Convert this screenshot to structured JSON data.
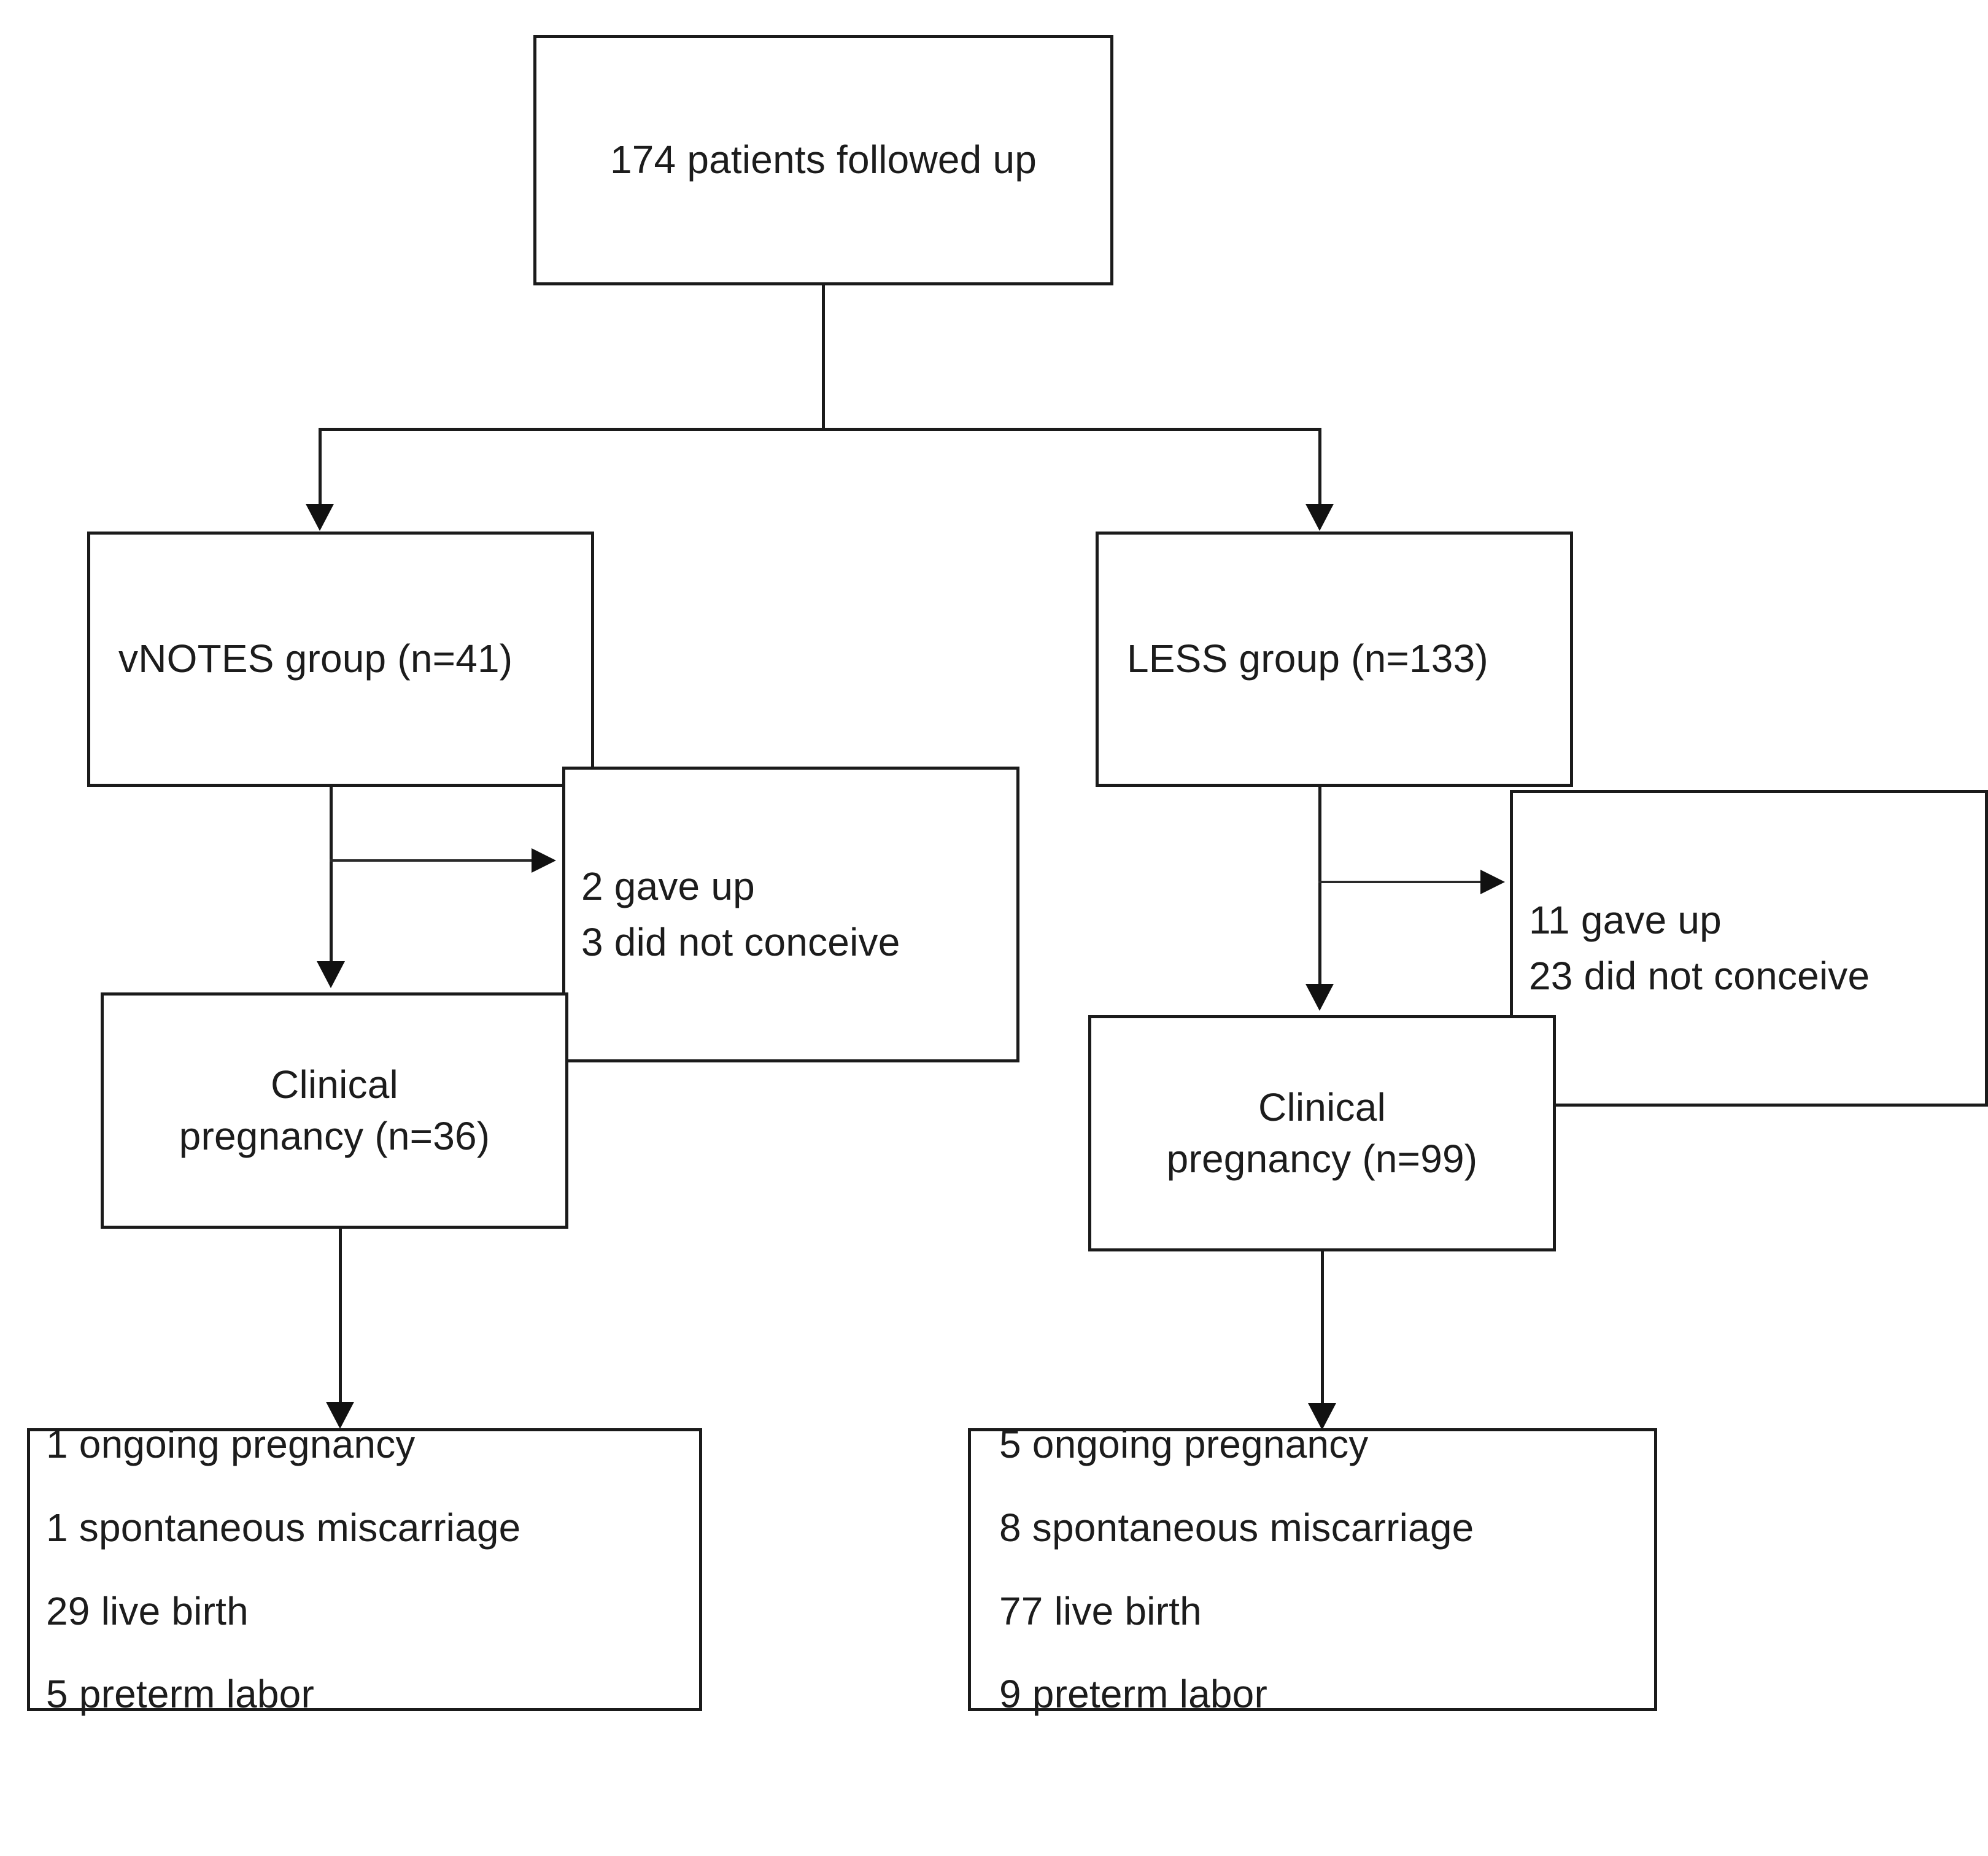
{
  "diagram": {
    "title": "Patient follow-up flow diagram",
    "type": "flowchart",
    "orientation": "top-down",
    "stroke_color": "#1b1b1b",
    "background_color": "#ffffff",
    "text_color": "#1c1c1c"
  },
  "nodes": {
    "root": {
      "label": "174 patients followed up",
      "count": 174
    },
    "vnotes_group": {
      "label": "vNOTES group (n=41)",
      "count": 41
    },
    "less_group": {
      "label": "LESS group (n=133)",
      "count": 133
    },
    "vnotes_excluded": {
      "lines": [
        "2 gave up",
        "3 did not conceive"
      ]
    },
    "less_excluded": {
      "lines": [
        "11 gave up",
        "23 did not conceive"
      ]
    },
    "vnotes_pregnancy": {
      "line1": "Clinical",
      "line2": "pregnancy (n=36)",
      "count": 36
    },
    "less_pregnancy": {
      "line1": "Clinical",
      "line2": "pregnancy (n=99)",
      "count": 99
    },
    "vnotes_outcomes": {
      "lines": [
        "1 ongoing pregnancy",
        "1 spontaneous miscarriage",
        "29 live birth",
        "5 preterm labor"
      ]
    },
    "less_outcomes": {
      "lines": [
        "5 ongoing pregnancy",
        "8 spontaneous miscarriage",
        "77 live birth",
        "9 preterm labor"
      ]
    }
  },
  "edges": [
    {
      "from": "root",
      "to": "vnotes_group",
      "style": "elbow-arrow"
    },
    {
      "from": "root",
      "to": "less_group",
      "style": "elbow-arrow"
    },
    {
      "from": "vnotes_group",
      "to": "vnotes_pregnancy",
      "style": "straight-arrow"
    },
    {
      "from": "vnotes_group",
      "to": "vnotes_excluded",
      "style": "side-arrow"
    },
    {
      "from": "less_group",
      "to": "less_pregnancy",
      "style": "straight-arrow"
    },
    {
      "from": "less_group",
      "to": "less_excluded",
      "style": "side-arrow"
    },
    {
      "from": "vnotes_pregnancy",
      "to": "vnotes_outcomes",
      "style": "straight-arrow"
    },
    {
      "from": "less_pregnancy",
      "to": "less_outcomes",
      "style": "straight-arrow"
    }
  ]
}
